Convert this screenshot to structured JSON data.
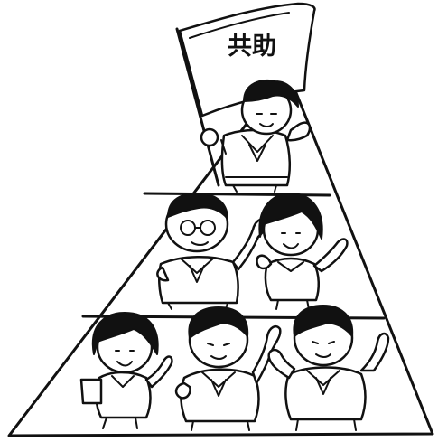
{
  "illustration": {
    "flag_text": "共助",
    "tiers": [
      {
        "level": "top",
        "figures": 1
      },
      {
        "level": "middle",
        "figures": 2
      },
      {
        "level": "bottom",
        "figures": 3
      }
    ]
  },
  "colors": {
    "ink": "#111111",
    "background": "#ffffff"
  }
}
